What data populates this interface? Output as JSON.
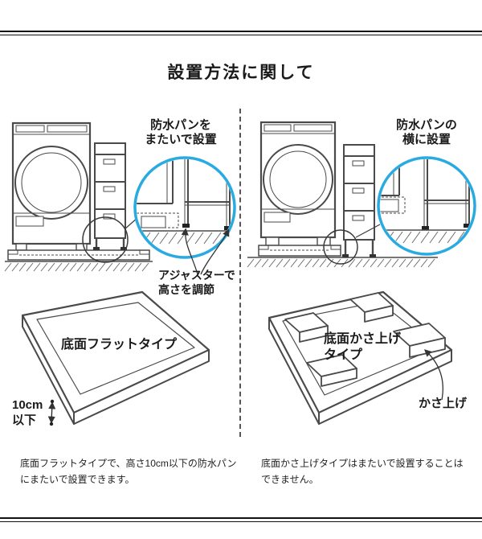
{
  "page": {
    "title": "設置方法に関して"
  },
  "colors": {
    "accent": "#29abe2",
    "line": "#4a4a4a",
    "text": "#1a1a1a"
  },
  "left": {
    "callout": "防水パンを\nまたいで設置",
    "adjuster_note": "アジャスターで\n高さを調節",
    "pan_label": "底面フラットタイプ",
    "measure_label": "10cm\n以下",
    "caption": "底面フラットタイプで、高さ10cm以下の防水パン\nにまたいで設置できます。"
  },
  "right": {
    "callout": "防水パンの\n横に設置",
    "pan_label": "底面かさ上げ\nタイプ",
    "raise_label": "かさ上げ",
    "caption": "底面かさ上げタイプはまたいで設置することは\nできません。"
  }
}
